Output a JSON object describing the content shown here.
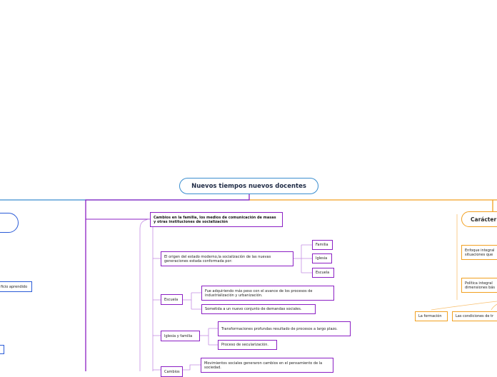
{
  "root": {
    "title": "Nuevos tiempos nuevos docentes"
  },
  "purple_branch": {
    "heading": "Cambios en la familia, los medios de comunicación de masas y otras instituciones de socialización",
    "origin": {
      "label": "El origen del estado moderno,la socialización de las nuevas generaciones estada conformada por:",
      "children": [
        "Familia",
        "Iglesia",
        "Escuela"
      ]
    },
    "escuela": {
      "label": "Escuela",
      "children": [
        "Fue adquiriendo más peso con el avance de los procesos de industrialización y urbanización.",
        "Sometida a un nuevo conjunto de demandas sociales."
      ]
    },
    "iglesia_familia": {
      "label": "Iglesia y familia",
      "children": [
        "Transformaciones profundas resultado de procesos a largo plazo.",
        "Proceso de secularización."
      ]
    },
    "next": {
      "label": "Cambios",
      "children": [
        "Movimientos sociales generaron cambios en el pensamiento de la sociedad."
      ]
    }
  },
  "orange_branch": {
    "title": "Carácter",
    "items": [
      "Enfoque integral situaciones que",
      "Política integral dimensiones bás"
    ],
    "subitems": [
      "La formación",
      "Las condiciones de tr"
    ]
  },
  "blue_branch": {
    "items": [
      "ficio aprendido"
    ]
  }
}
